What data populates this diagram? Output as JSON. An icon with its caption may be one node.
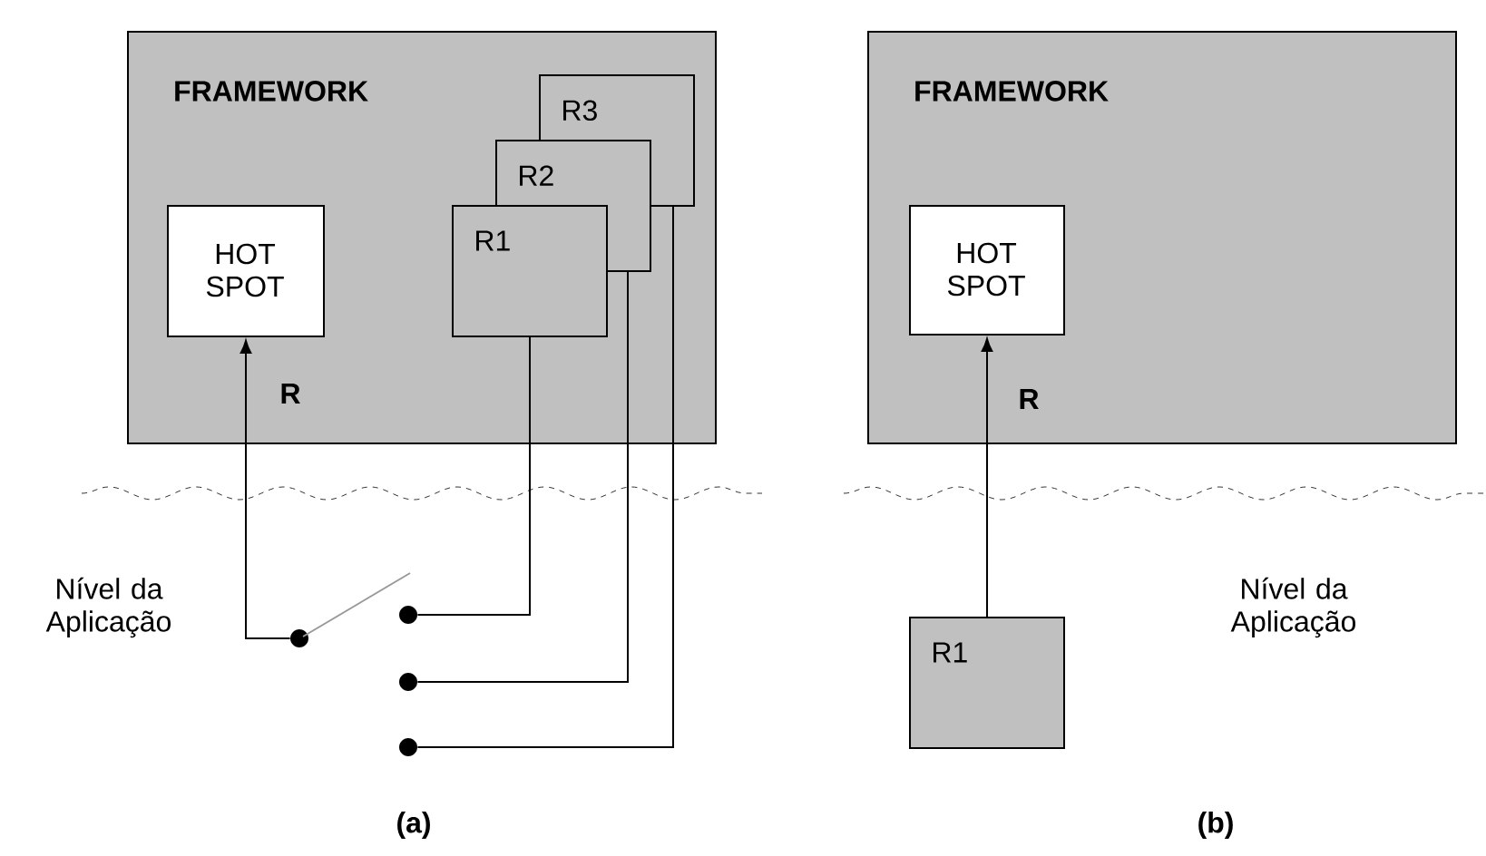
{
  "diagram": {
    "nodes": [
      {
        "text": [
          "FRAMEWORK"
        ]
      },
      {
        "text": [
          "HOT SPOT"
        ],
        "in": 0
      },
      {
        "text": [
          "R3"
        ],
        "in": 0
      },
      {
        "text": [
          "R2"
        ],
        "in": 0
      },
      {
        "text": [
          "R1"
        ],
        "in": 0
      },
      {
        "text": [],
        "shape": "circle"
      },
      {
        "text": [],
        "shape": "circle"
      },
      {
        "text": [],
        "shape": "circle"
      },
      {
        "text": [],
        "shape": "circle"
      },
      {
        "text": [
          "FRAMEWORK"
        ]
      },
      {
        "text": [
          "HOT SPOT"
        ],
        "in": 9
      },
      {
        "text": [
          "R1"
        ]
      }
    ],
    "edges": [
      {
        "from": 5,
        "to": 1,
        "arrow": "to",
        "label": "R"
      },
      {
        "from": 4,
        "to": 6,
        "arrow": "none"
      },
      {
        "from": 3,
        "to": 7,
        "arrow": "none"
      },
      {
        "from": 2,
        "to": 8,
        "arrow": "none"
      },
      {
        "from": 11,
        "to": 10,
        "arrow": "to",
        "label": "R"
      }
    ],
    "labels": [
      "Nível da Aplicação",
      "Nível da Aplicação",
      "(a)",
      "(b)"
    ]
  }
}
